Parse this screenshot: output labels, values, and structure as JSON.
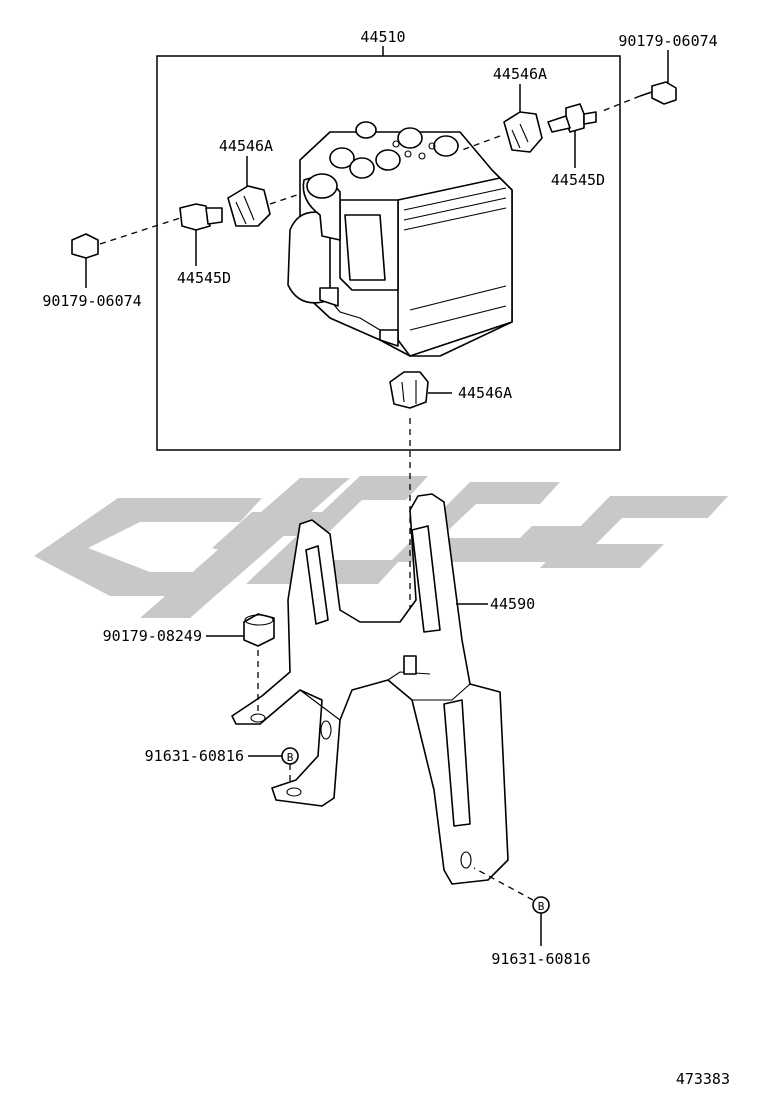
{
  "diagram": {
    "assembly_number": "44510",
    "figure_number": "473383",
    "labels": {
      "bolt_top_right": "90179-06074",
      "bolt_left": "90179-06074",
      "cushion_top": "44546A",
      "cushion_left": "44546A",
      "cushion_bottom": "44546A",
      "collar_right": "44545D",
      "collar_left": "44545D",
      "bracket": "44590",
      "nut": "90179-08249",
      "bolt_b_left": "91631-60816",
      "bolt_b_right": "91631-60816"
    },
    "b_marker": "B",
    "watermark_color": "#c8c8c8"
  }
}
